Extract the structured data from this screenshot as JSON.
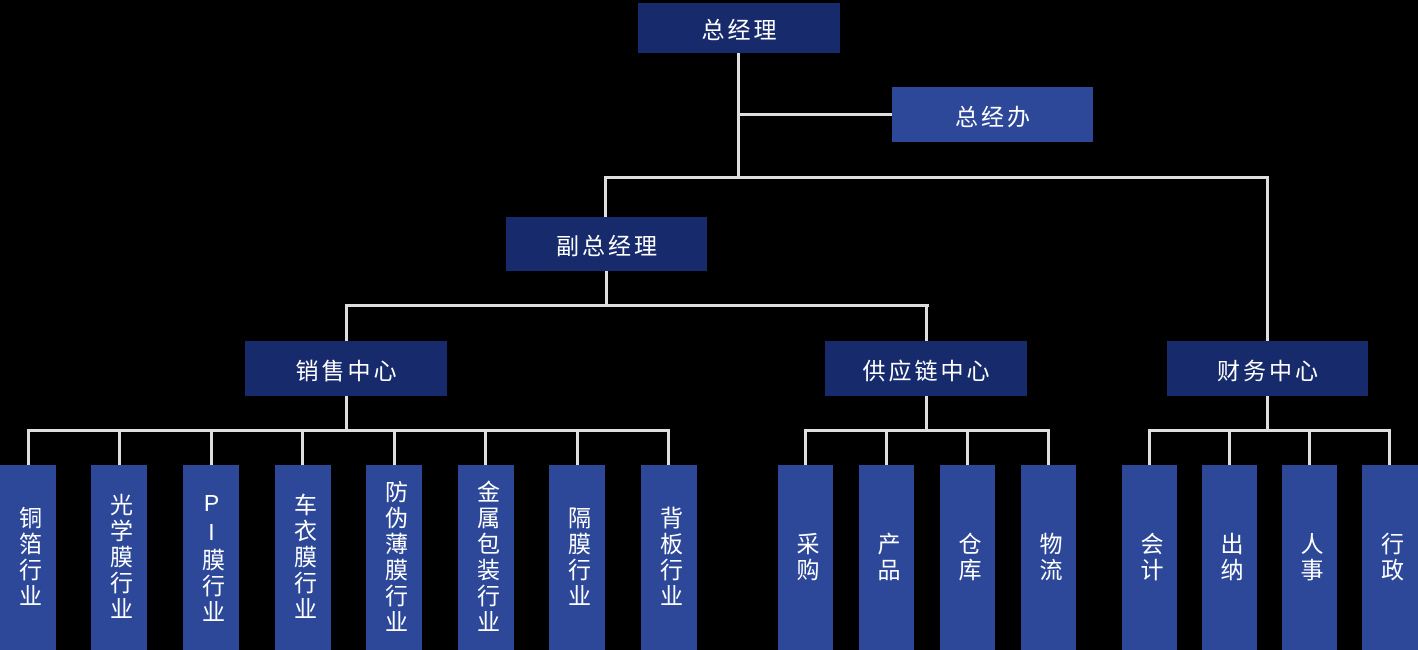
{
  "colors": {
    "background": "#000000",
    "node_dark": "#172a6c",
    "node_light": "#2d4899",
    "connector_line": "#dedede",
    "text": "#ffffff"
  },
  "org": {
    "root": "总经理",
    "staff_office": "总经办",
    "deputy": "副总经理",
    "centers": [
      {
        "label": "销售中心",
        "children": [
          "铜箔行业",
          "光学膜行业",
          "PI膜行业",
          "车衣膜行业",
          "防伪薄膜行业",
          "金属包装行业",
          "隔膜行业",
          "背板行业"
        ]
      },
      {
        "label": "供应链中心",
        "children": [
          "采购",
          "产品",
          "仓库",
          "物流"
        ]
      },
      {
        "label": "财务中心",
        "children": [
          "会计",
          "出纳",
          "人事",
          "行政"
        ]
      }
    ]
  }
}
